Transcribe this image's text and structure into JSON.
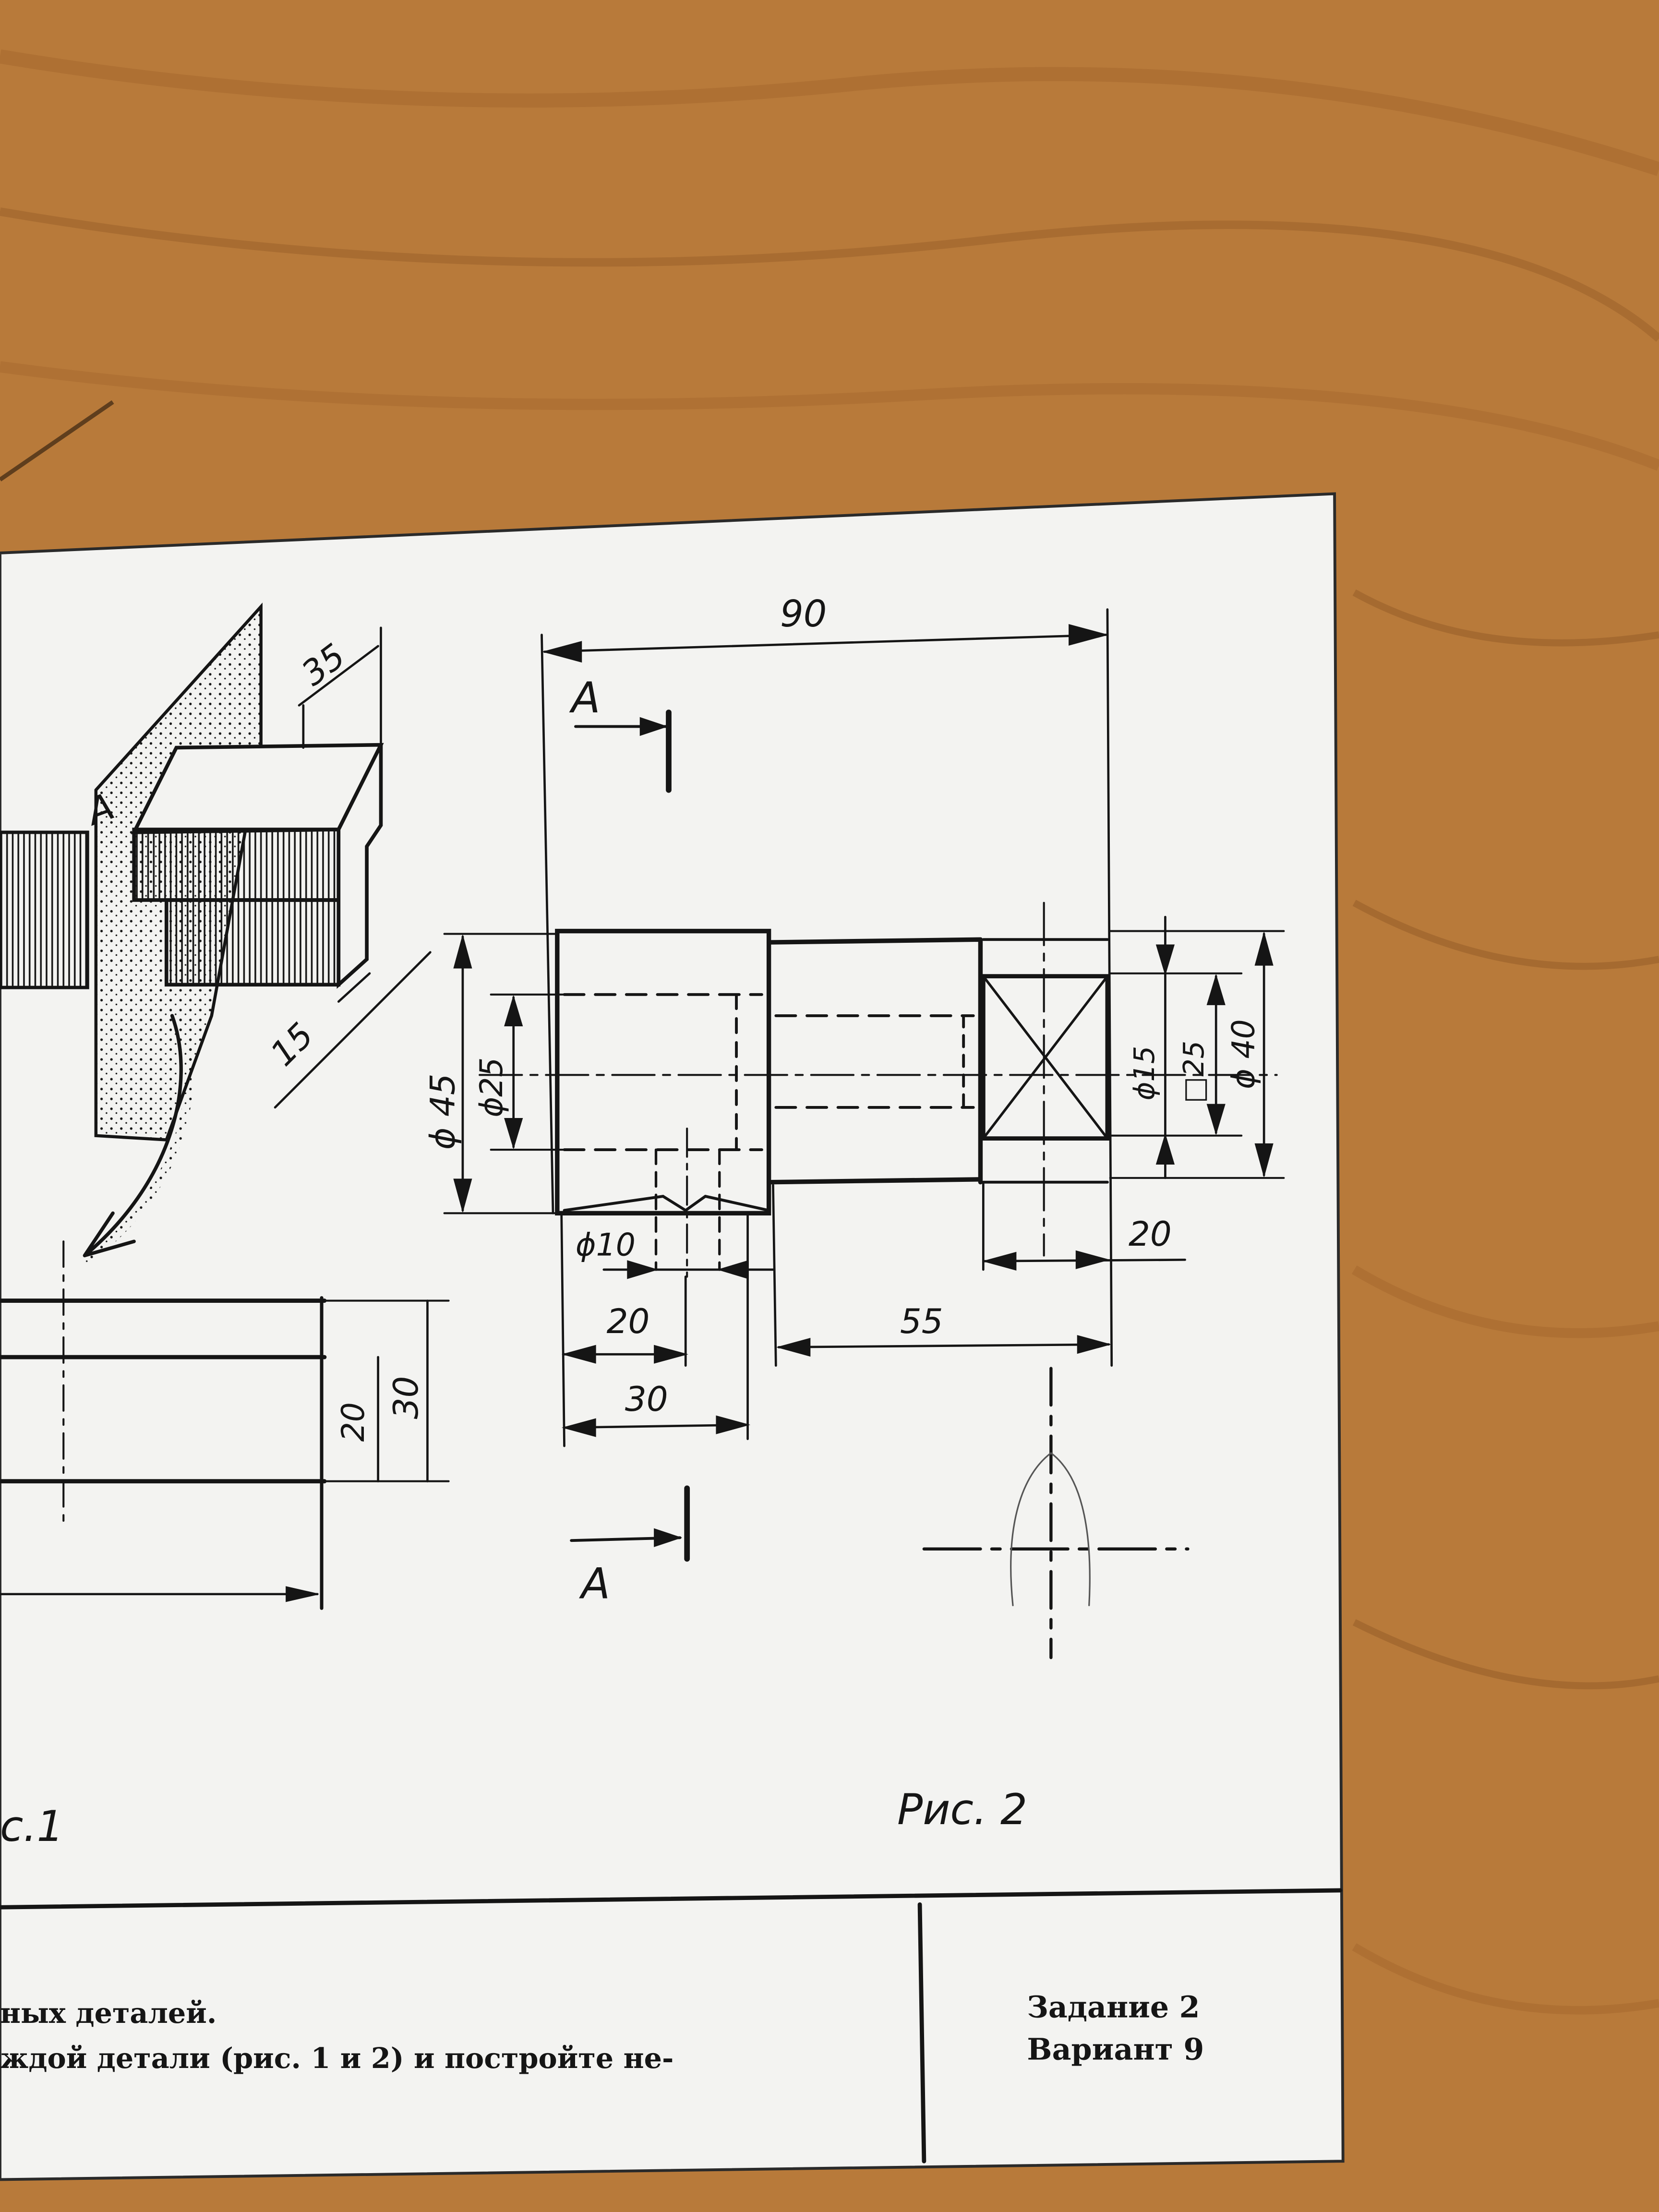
{
  "colors": {
    "wood": "#b87a3a",
    "wood_dark": "#8a5222",
    "paper": "#f3f3f1",
    "ink": "#151515"
  },
  "fig1": {
    "section_letter": "A",
    "dim_35": "35",
    "dim_15": "15",
    "dim_20": "20",
    "dim_30": "30",
    "caption": "с.1"
  },
  "fig2": {
    "dim_90": "90",
    "section_mark_top": "A",
    "section_mark_bottom": "A",
    "dim_d45": "ϕ 45",
    "dim_d25": "ϕ25",
    "dim_d15": "ϕ15",
    "dim_sq25": "□25",
    "dim_d40": "ϕ 40",
    "dim_d10": "ϕ10",
    "dim_20a": "20",
    "dim_30": "30",
    "dim_55": "55",
    "dim_20b": "20",
    "caption": "Рис. 2"
  },
  "title_block": {
    "line1": "ных  деталей.",
    "line2": "ждой детали (рис. 1 и 2) и постройте не-",
    "task": "Задание  2",
    "variant": "Вариант  9"
  }
}
